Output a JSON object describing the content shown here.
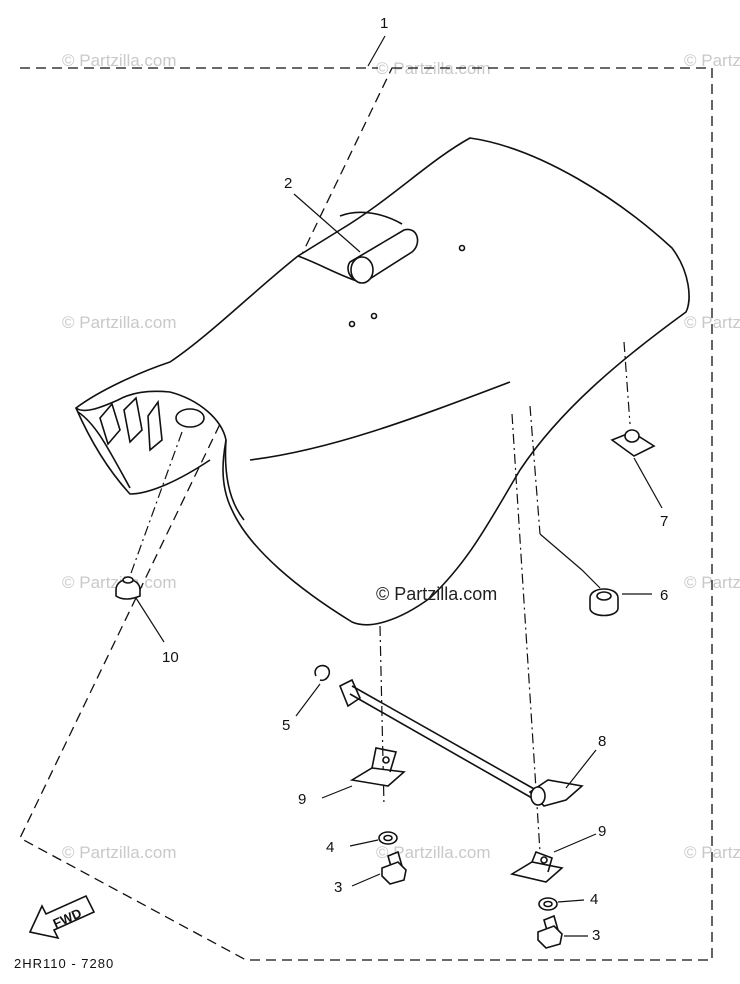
{
  "diagram": {
    "callouts": {
      "c1": "1",
      "c2": "2",
      "c3a": "3",
      "c3b": "3",
      "c4a": "4",
      "c4b": "4",
      "c5": "5",
      "c6": "6",
      "c7": "7",
      "c8": "8",
      "c9a": "9",
      "c9b": "9",
      "c10": "10"
    },
    "fwd_label": "FWD",
    "drawing_code": "2HR110 - 7280"
  },
  "watermarks": {
    "text": "© Partzilla.com",
    "center": "© Partzilla.com"
  }
}
